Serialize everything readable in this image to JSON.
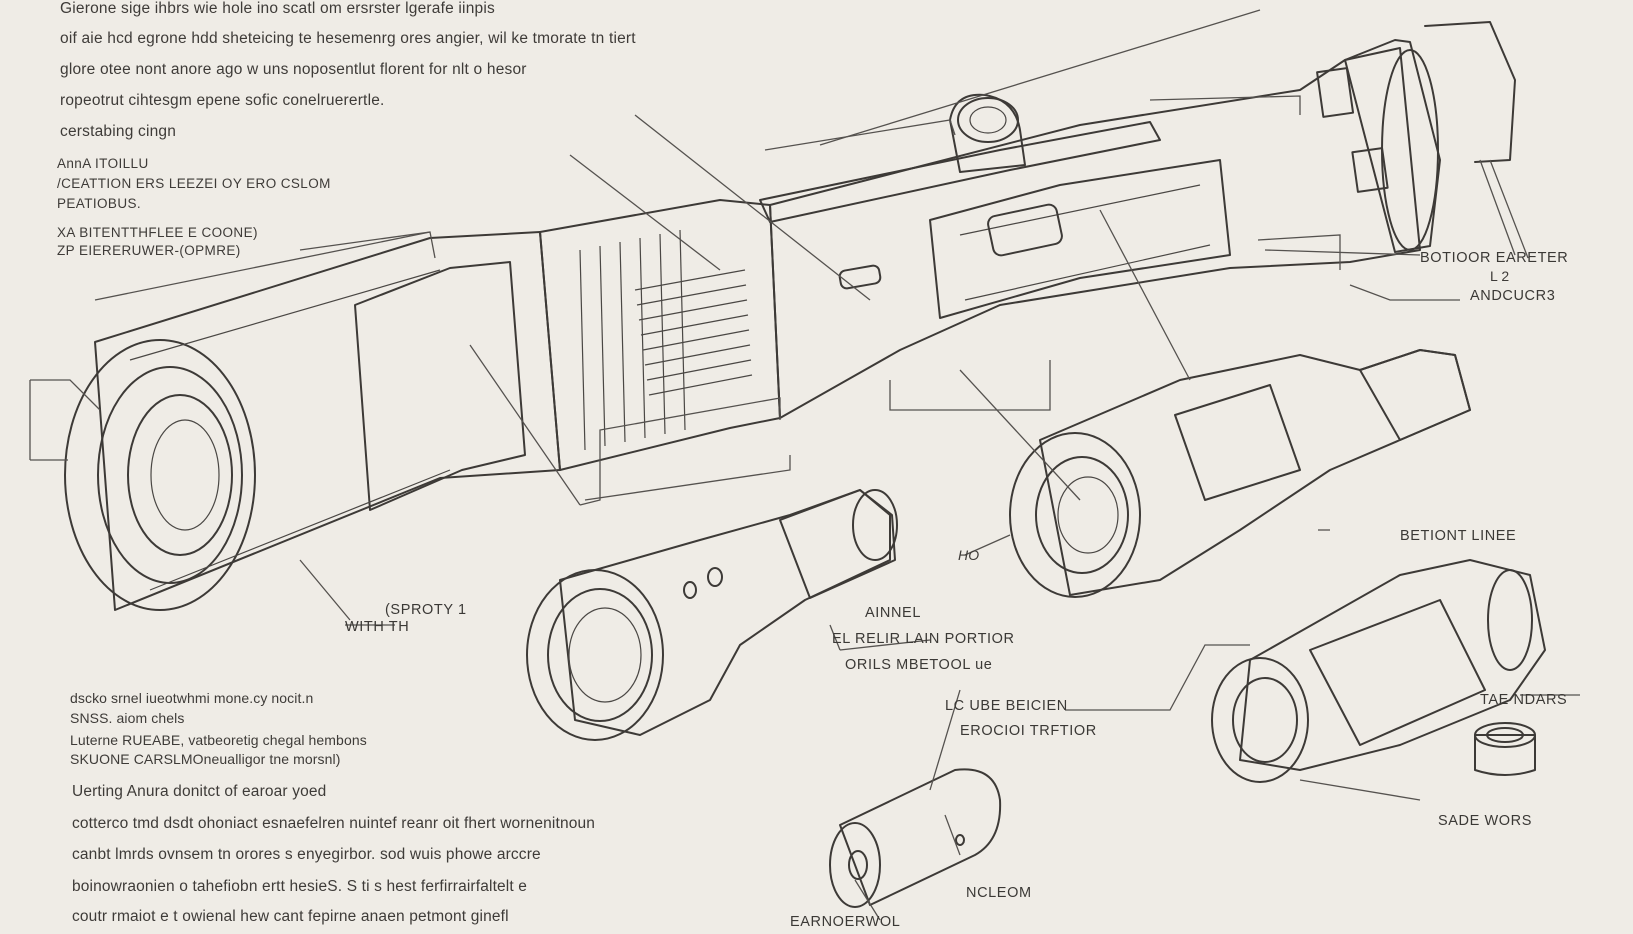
{
  "intro_lines": [
    "Gierone sige ihbrs wie hole ino scatl om ersrster lgerafe iinpis",
    "oif aie hcd egrone hdd sheteicing te hesemenrg ores angier, wil ke tmorate tn tiert",
    "glore otee nont anore ago w uns noposentlut florent for nlt o hesor",
    "ropeotrut cihtesgm epene sofic conelruerertle.",
    "cerstabing cingn"
  ],
  "specs": {
    "line1": "AnnA ITOILLU",
    "line2": "/CEATTION  ERS LEEZEI OY ERO CSLOM",
    "line3": "PEATIOBUS.",
    "line4": "XA BITENTTHFLEE E  COONE)",
    "line5": "ZP EIERERUWER-(OPMRE)"
  },
  "callouts": {
    "sproty": "(SPROTY    1",
    "width": "WITH  TH",
    "annel": "AINNEL",
    "rear_portion": "EL RELIR LAIN PORTIOR",
    "orils": "ORILS  MBETOOL ue",
    "ho": "HO",
    "bottom_erecter": "BOTIOOR EARETER",
    "bottom_erecter_mark": "L 2",
    "andcucrs": "ANDCUCR3",
    "betiont": "BETIONT LINEE",
    "lc_ube": "LC UBE BEICIEN",
    "erocio": "EROCIOI TRFTIOR",
    "taendars": "TAE NDARS",
    "sade": "SADE WORS",
    "ncleom": "NCLEOM",
    "earnoerwol": "EARNOERWOL"
  },
  "lower_notes": {
    "line1": "dscko srnel iueotwhmi mone.cy  nocit.n",
    "line2": "SNSS. aiom chels",
    "line3": "Luterne RUEABE, vatbeoretig chegal hembons",
    "line4": "SKUONE CARSLMOneualligor tne morsnl)"
  },
  "body_lines": [
    "Uerting Anura donitct of earoar yoed",
    "cotterco tmd dsdt ohoniact esnaefelren nuintef reanr oit fhert wornenitnoun",
    "canbt lmrds ovnsem tn orores s enyegirbor. sod wuis phowe arccre",
    "boinowraonien o tahefiobn ertt hesieS. S ti s hest ferfirrairfaltelt e",
    "coutr rmaiot e t owienal hew cant fepirne anaen petmont ginefl"
  ],
  "colors": {
    "paper": "#efece6",
    "ink": "#3d3a37",
    "metal_light": "#d9d3c9",
    "metal_mid": "#b8b0a4",
    "metal_dark": "#8a8378"
  }
}
